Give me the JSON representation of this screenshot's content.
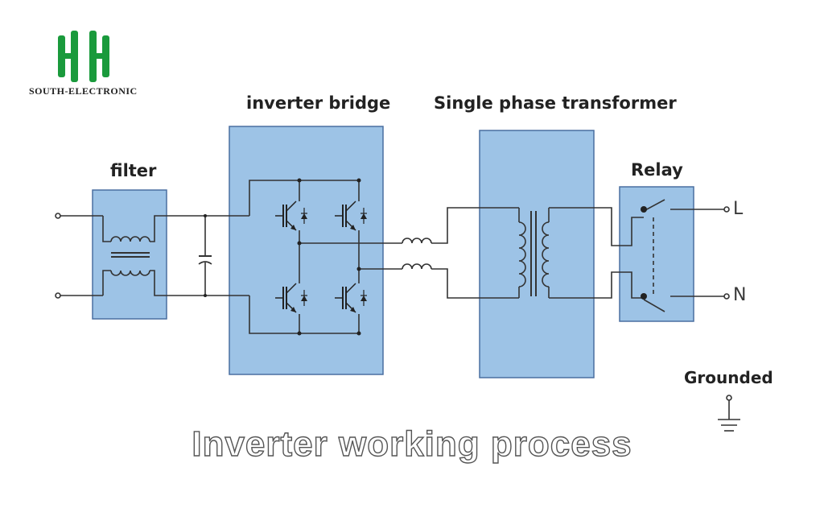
{
  "brand": {
    "name": "SOUTH-ELECTRONIC",
    "logo_color": "#1a9a3c"
  },
  "labels": {
    "filter": "filter",
    "inverter_bridge": "inverter bridge",
    "transformer": "Single phase transformer",
    "relay": "Relay",
    "grounded": "Grounded",
    "terminal_l": "L",
    "terminal_n": "N"
  },
  "title": "Inverter working process",
  "colors": {
    "block_fill": "#9dc3e6",
    "block_stroke": "#4a6fa0",
    "wire": "#333333"
  }
}
